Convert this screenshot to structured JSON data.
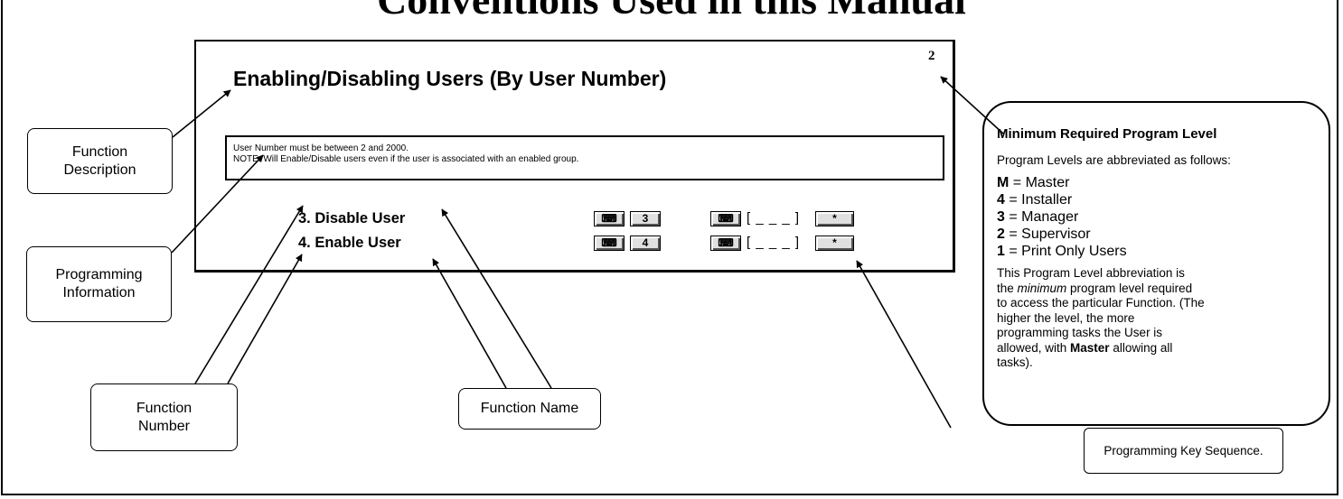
{
  "page": {
    "title": "Conventions Used in this Manual"
  },
  "function_example": {
    "title": "Enabling/Disabling Users (By User Number)",
    "level": "2",
    "info_lines": [
      "User Number must be between 2 and 2000.",
      "NOTE:  Will Enable/Disable users even if the user is associated with an enabled group."
    ],
    "items": [
      {
        "label": "3. Disable User",
        "key_digit": "3",
        "slot": "[ _ _ _ ]",
        "star": "*"
      },
      {
        "label": "4. Enable User",
        "key_digit": "4",
        "slot": "[ _ _ _ ]",
        "star": "*"
      }
    ]
  },
  "callouts": {
    "function_description": {
      "line1": "Function",
      "line2": "Description"
    },
    "programming_information": {
      "line1": "Programming",
      "line2": "Information"
    },
    "function_number": {
      "line1": "Function",
      "line2": "Number"
    },
    "function_name": "Function Name",
    "programming_key_sequence": "Programming Key Sequence."
  },
  "legend": {
    "title": "Minimum Required Program Level",
    "intro": "Program Levels are abbreviated as follows:",
    "levels": [
      {
        "code": "M",
        "sep": " = ",
        "name": "Master"
      },
      {
        "code": "4",
        "sep": " = ",
        "name": "Installer"
      },
      {
        "code": "3",
        "sep": " = ",
        "name": "Manager"
      },
      {
        "code": "2",
        "sep": " = ",
        "name": "Supervisor"
      },
      {
        "code": "1",
        "sep": " = ",
        "name": "Print Only Users"
      }
    ],
    "note": {
      "part1": "This Program Level abbreviation is the ",
      "emph": "minimum",
      "part2": " program level required to access the particular Function.  (The higher the level, the more programming tasks the User is allowed, with ",
      "strong": "Master",
      "part3": " allowing all tasks)."
    }
  }
}
